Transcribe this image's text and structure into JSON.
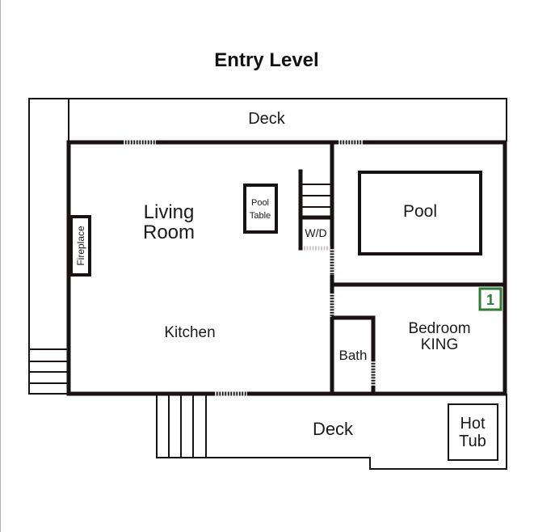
{
  "title": "Entry Level",
  "rooms": {
    "deck_top": "Deck",
    "living_room_line1": "Living",
    "living_room_line2": "Room",
    "pool_table_line1": "Pool",
    "pool_table_line2": "Table",
    "washer_dryer": "W/D",
    "pool": "Pool",
    "fireplace": "Fireplace",
    "kitchen": "Kitchen",
    "bath": "Bath",
    "bedroom_line1": "Bedroom",
    "bedroom_line2": "KING",
    "deck_bottom": "Deck",
    "hot_tub_line1": "Hot",
    "hot_tub_line2": "Tub"
  },
  "bedroom_badge": {
    "number": "1",
    "color": "#2e7d32"
  },
  "colors": {
    "wall": "#1a1212",
    "door": "#c8c8c8",
    "background": "#ffffff"
  }
}
